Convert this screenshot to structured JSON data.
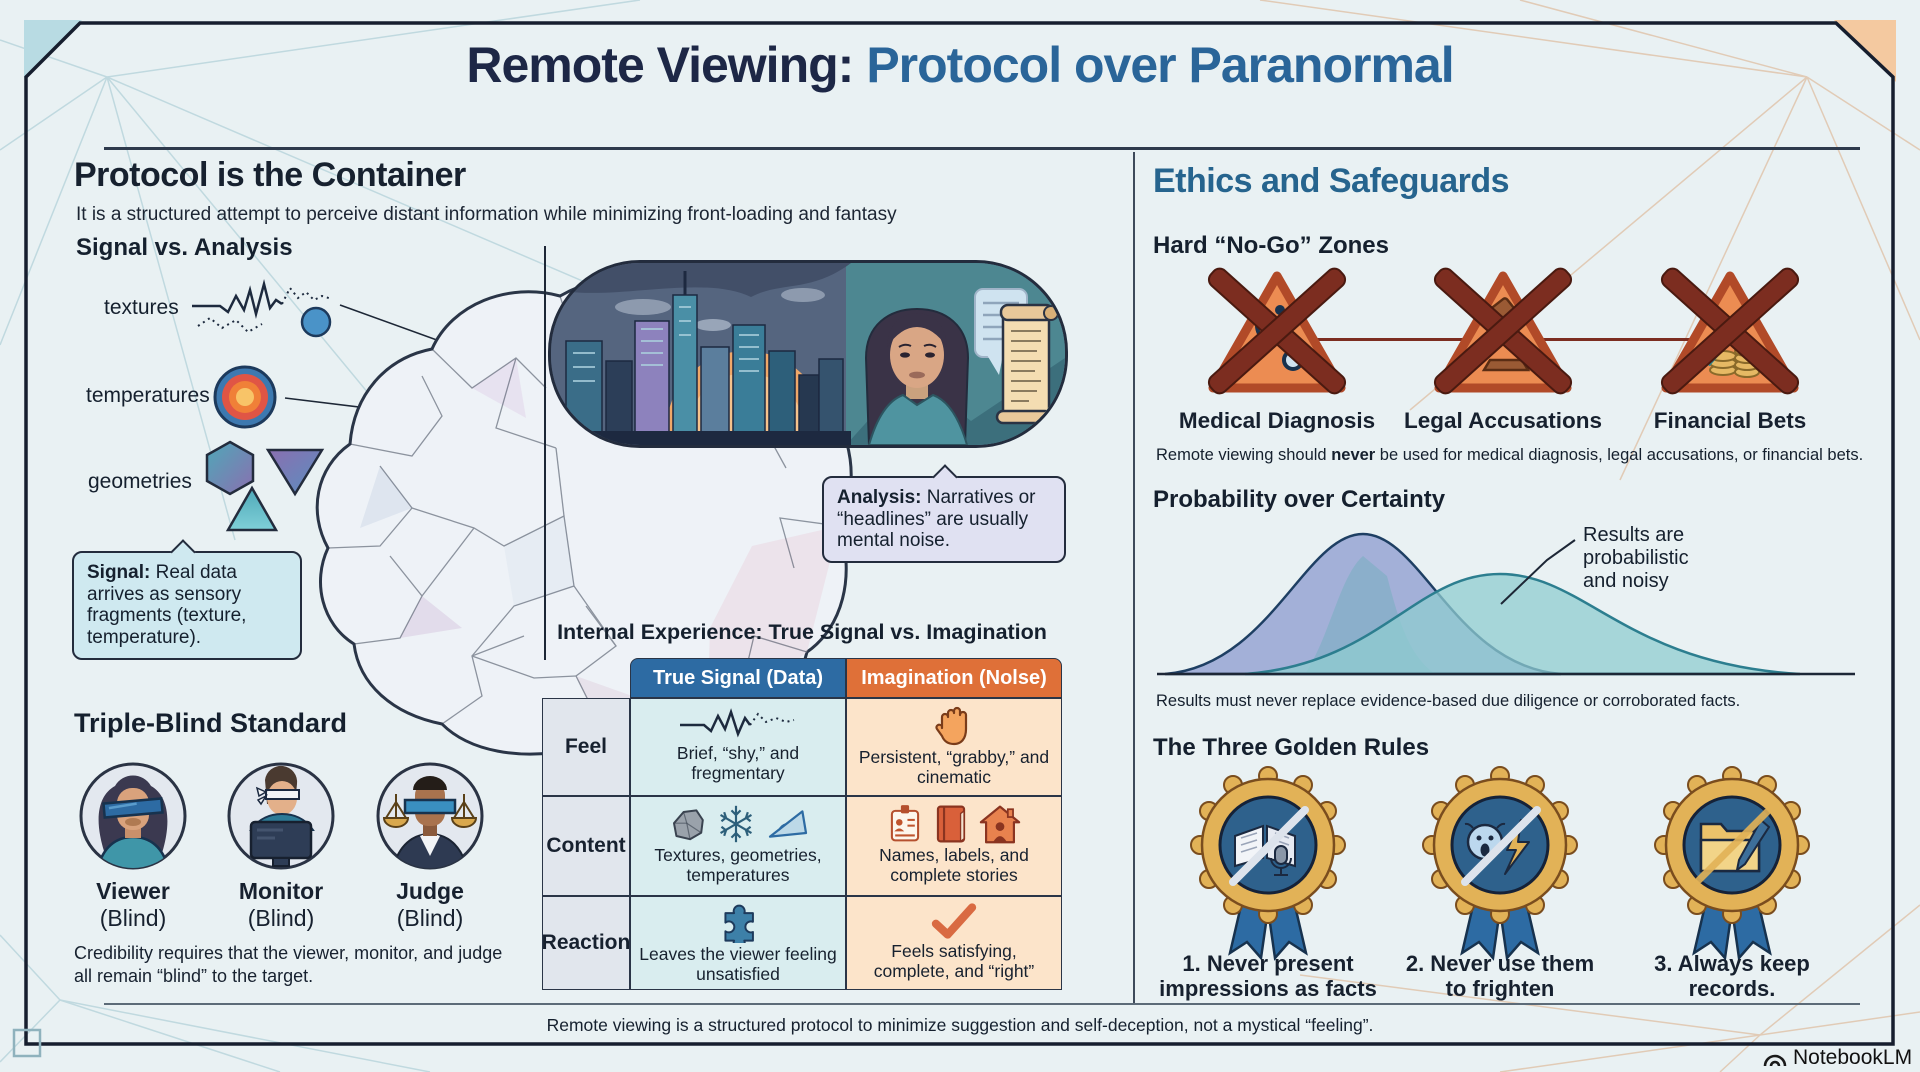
{
  "title": {
    "prefix": "Remote Viewing:",
    "highlight": "Protocol over Paranormal"
  },
  "colors": {
    "title_navy": "#1d2746",
    "accent_blue": "#2a6599",
    "signal_blue": "#2d6ba3",
    "noise_orange": "#df7038",
    "warning_red": "#7c2d20",
    "badge_gold": "#e2b257"
  },
  "left": {
    "heading": "Protocol is the Container",
    "subheading": "It is a structured attempt to perceive distant information while minimizing front-loading and fantasy",
    "signal_vs_analysis": {
      "heading": "Signal vs. Analysis",
      "labels": [
        "textures",
        "temperatures",
        "geometries"
      ],
      "icons": [
        "waveform-icon",
        "heat-map-icon",
        "geometric-shapes-icon"
      ],
      "signal_callout": {
        "bold": "Signal:",
        "text": " Real data arrives as sensory fragments (texture, temperature)."
      },
      "analysis_callout": {
        "bold": "Analysis:",
        "text": " Narratives or “headlines” are usually mental noise."
      }
    },
    "triple_blind": {
      "heading": "Triple-Blind Standard",
      "roles": [
        {
          "name": "Viewer",
          "status": "(Blind)",
          "icon": "blindfolded-viewer-avatar"
        },
        {
          "name": "Monitor",
          "status": "(Blind)",
          "icon": "blindfolded-monitor-avatar"
        },
        {
          "name": "Judge",
          "status": "(Blind)",
          "icon": "blindfolded-judge-avatar"
        }
      ],
      "caption_line1": "Credibility requires that the viewer, monitor, and judge",
      "caption_line2": "all remain “blind” to the target."
    },
    "table": {
      "heading": "Internal Experience: True Signal vs. Imagination",
      "columns": [
        "True Signal (Data)",
        "Imagination (Nolse)"
      ],
      "rows": [
        {
          "label": "Feel",
          "signal": "Brief, “shy,” and fregmentary",
          "signal_icon": "waveform-icon",
          "imagination": "Persistent, “grabby,” and cinematic",
          "imagination_icon": "hand-icon"
        },
        {
          "label": "Content",
          "signal": "Textures, geometries, temperatures",
          "signal_icon": "rock-snowflake-angle-icons",
          "imagination": "Names, labels, and complete stories",
          "imagination_icon": "badge-book-house-icons"
        },
        {
          "label": "Reaction",
          "signal": "Leaves the viewer feeling unsatisfied",
          "signal_icon": "puzzle-piece-icon",
          "imagination": "Feels satisfying, complete, and “right”",
          "imagination_icon": "checkmark-icon"
        }
      ]
    }
  },
  "right": {
    "heading": "Ethics and Safeguards",
    "nogo": {
      "heading": "Hard “No-Go” Zones",
      "items": [
        {
          "label": "Medical Diagnosis",
          "icon": "stethoscope-no-icon"
        },
        {
          "label": "Legal Accusations",
          "icon": "gavel-no-icon"
        },
        {
          "label": "Financial Bets",
          "icon": "coins-arrow-no-icon"
        }
      ],
      "caption_pre": "Remote viewing should ",
      "caption_bold": "never",
      "caption_post": " be used for medical diagnosis, legal accusations, or financial bets."
    },
    "probability": {
      "heading": "Probability over Certainty",
      "annotation": "Results are probabilistic and noisy",
      "caption": "Results must never replace evidence-based due diligence or corroborated facts."
    },
    "golden_rules": {
      "heading": "The Three Golden Rules",
      "items": [
        {
          "label_line1": "1. Never present",
          "label_line2": "impressions as facts",
          "icon": "no-impressions-badge"
        },
        {
          "label_line1": "2. Never use them",
          "label_line2": "to frighten",
          "icon": "no-frighten-badge"
        },
        {
          "label_line1": "3. Always keep",
          "label_line2": "records.",
          "icon": "keep-records-badge"
        }
      ]
    }
  },
  "footer": {
    "text": "Remote viewing is a structured protocol to minimize suggestion and self-deception, not a mystical “feeling”."
  },
  "branding": {
    "logo": "NotebookLM",
    "icon": "notebooklm-icon"
  }
}
